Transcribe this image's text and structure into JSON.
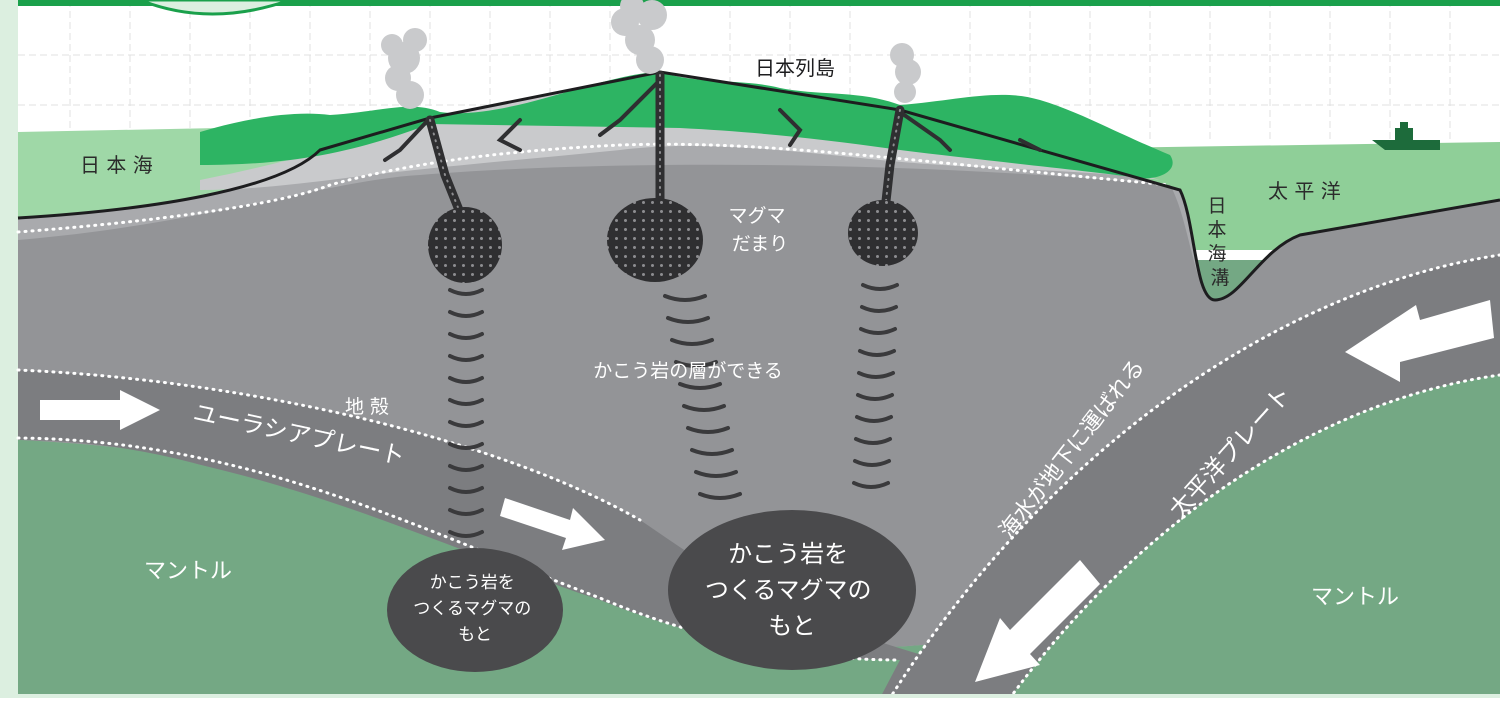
{
  "labels": {
    "japan_islands": "日本列島",
    "sea_of_japan": "日 本 海",
    "pacific_ocean": "太 平 洋",
    "japan_trench": "日本海溝",
    "magma_chamber_line1": "マグマ",
    "magma_chamber_line2": "だまり",
    "granite_layer": "かこう岩の層ができる",
    "crust": "地 殻",
    "eurasian_plate": "ユーラシアプレート",
    "pacific_plate": "太平洋プレート",
    "seawater_carried": "海水が地下に運ばれる",
    "mantle_left": "マントル",
    "mantle_right": "マントル",
    "small_source_line1": "かこう岩を",
    "small_source_line2": "つくるマグマの",
    "small_source_line3": "もと",
    "large_source_line1": "かこう岩を",
    "large_source_line2": "つくるマグマの",
    "large_source_line3": "もと"
  },
  "colors": {
    "frame_green": "#1aa04b",
    "side_panel": "#dcefe0",
    "land_green": "#2db463",
    "sea_light": "#9fd8a7",
    "sea_pacific": "#8fcf98",
    "crust_grey": "#a9aaad",
    "upper_crust": "#c9cacc",
    "plate_grey": "#7c7d80",
    "mantle_green": "#74a884",
    "magma_dark": "#2f2f31",
    "source_dark": "#4a4a4c",
    "smoke": "#c9cacc",
    "arrow": "#ffffff"
  }
}
